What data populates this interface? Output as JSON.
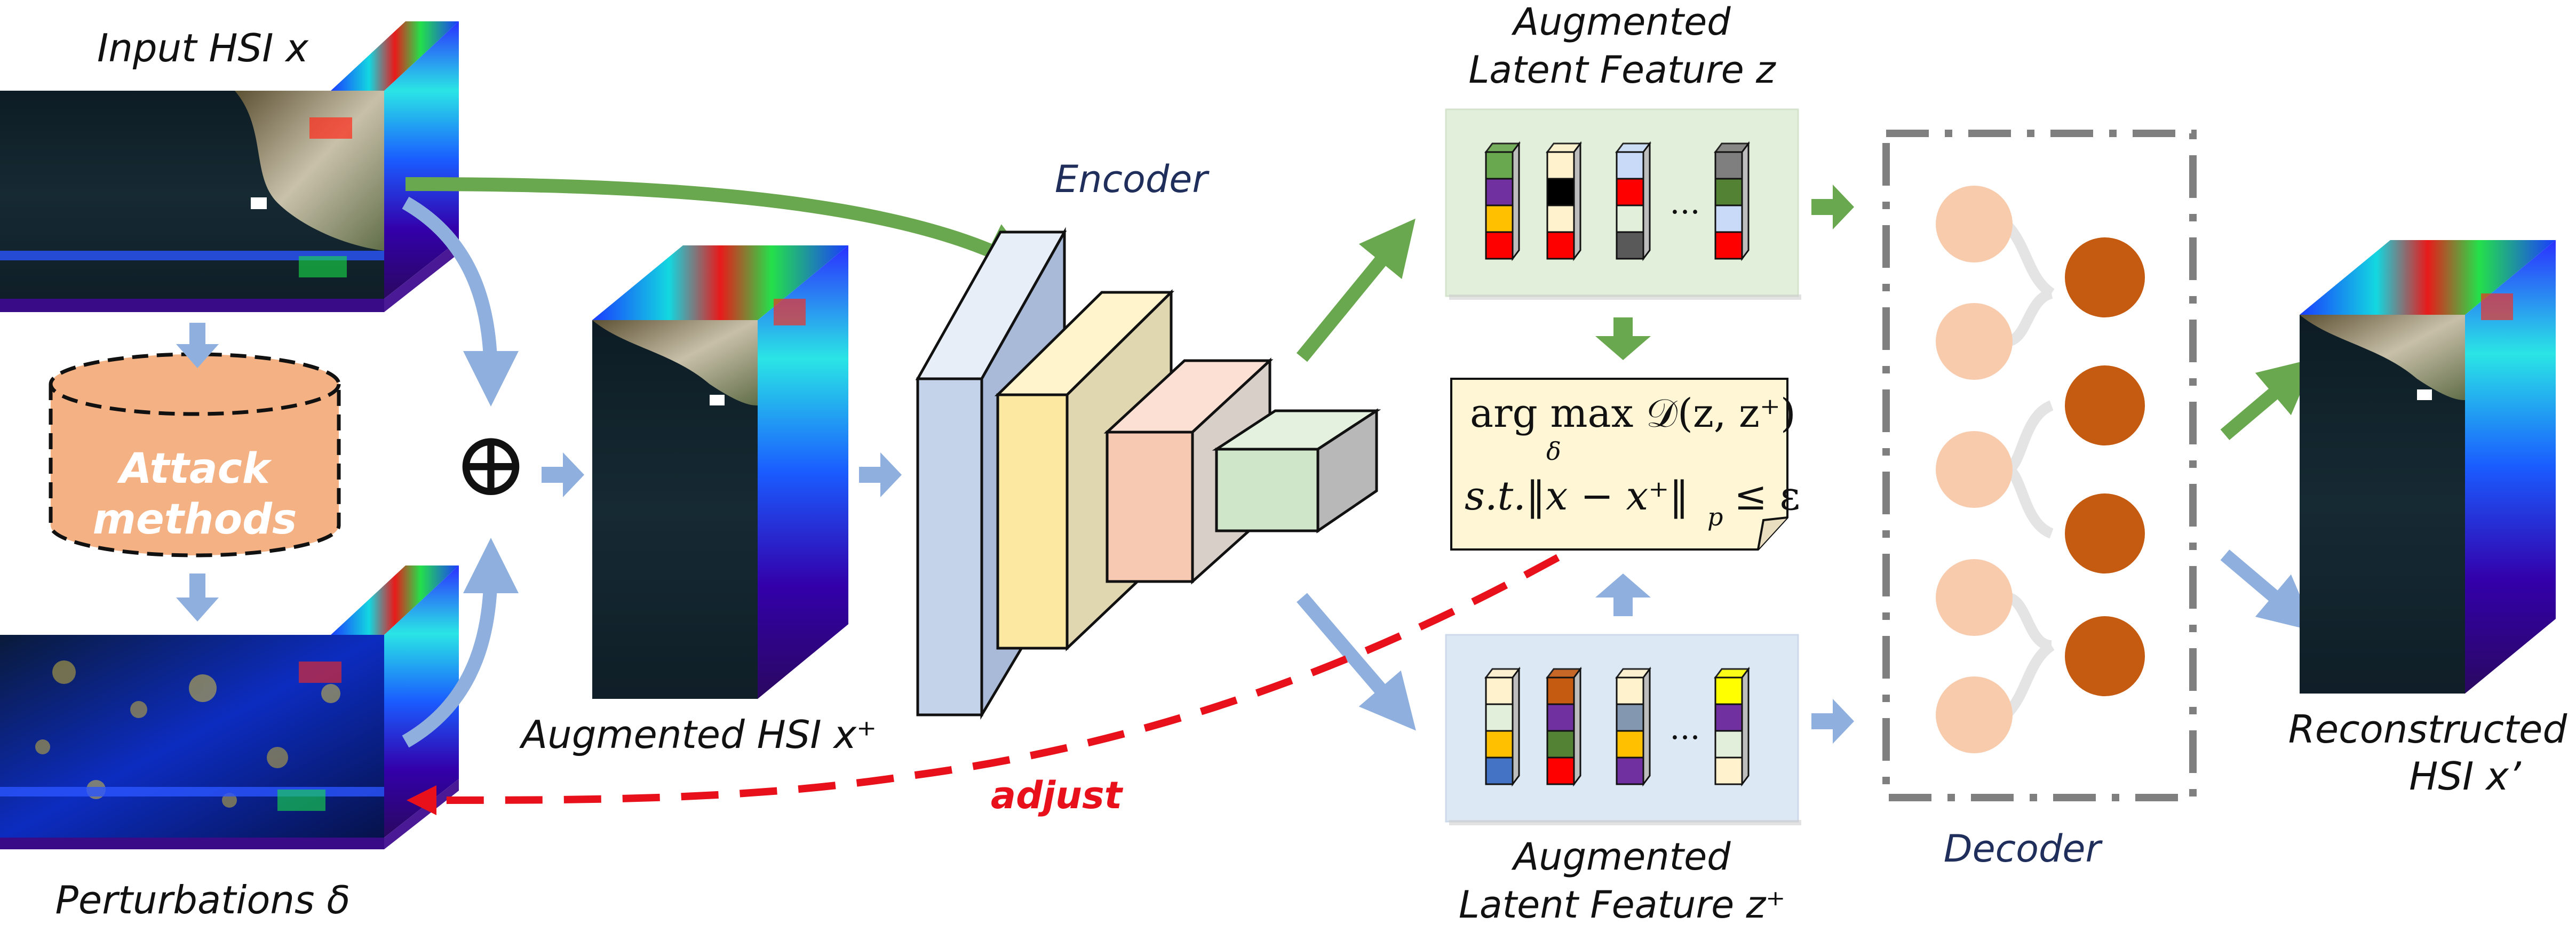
{
  "labels": {
    "input": "Input HSI x",
    "perturbations": "Perturbations δ",
    "attack_line1": "Attack",
    "attack_line2": "methods",
    "oplus": "⊕",
    "augmented_hsi": "Augmented HSI x⁺",
    "encoder": "Encoder",
    "latent_top_line1": "Augmented",
    "latent_top_line2": "Latent Feature z",
    "latent_bottom_line1": "Augmented",
    "latent_bottom_line2": "Latent Feature z⁺",
    "ellipsis": "...",
    "objective_line1": "arg max 𝒟(z, z⁺)",
    "objective_sub": "δ",
    "objective_line2": "s.t.‖x − x⁺‖",
    "objective_p": "p",
    "objective_rhs": "≤ ε",
    "adjust": "adjust",
    "decoder": "Decoder",
    "reconstructed_line1": "Reconstructed",
    "reconstructed_line2": "HSI x’"
  },
  "colors": {
    "green_arrow": "#6aa84f",
    "blue_arrow": "#8fb0de",
    "red_dashed": "#e8101a",
    "attack_fill": "#f4b183",
    "latent_top_bg": "#e2efda",
    "latent_bottom_bg": "#dde8f5",
    "objective_bg": "#fff6d6",
    "decoder_in_node": "#f8cbad",
    "decoder_out_node": "#c55a11",
    "decoder_frame": "#7f7f7f",
    "encoder_layer1": "#c5d3ea",
    "encoder_layer2": "#fce8a0",
    "encoder_layer3": "#f7c8b2",
    "encoder_layer4": "#d0e6c9",
    "label_blue": "#1f2e5a"
  }
}
